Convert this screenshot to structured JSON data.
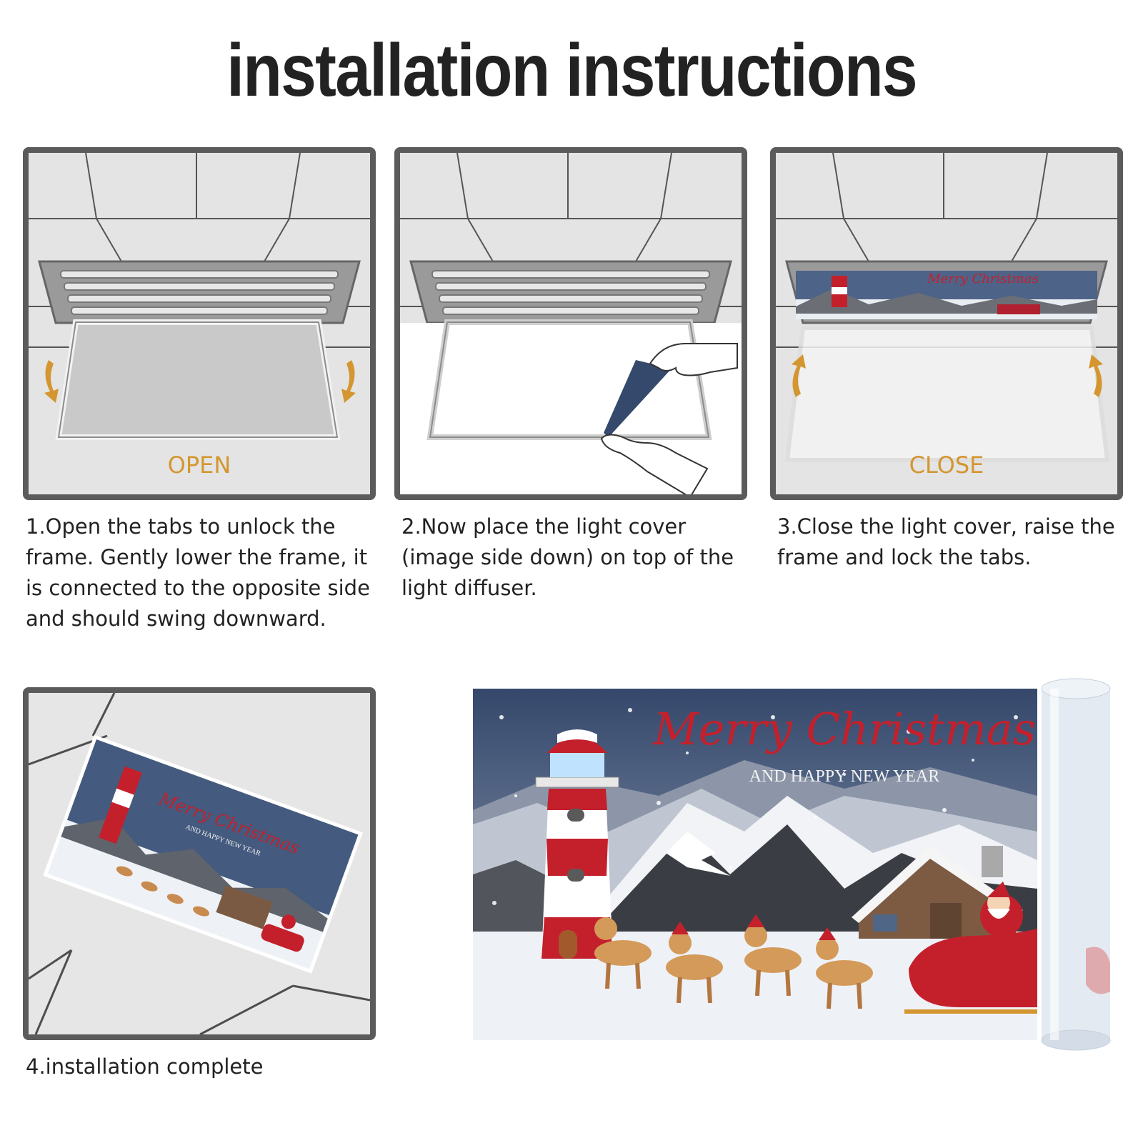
{
  "title": "installation instructions",
  "steps": [
    {
      "panel_label": "OPEN",
      "text": "1.Open the tabs to unlock the frame. Gently lower the frame, it is connected to the opposite side and should swing downward."
    },
    {
      "panel_label": "",
      "text": "2.Now place the light cover (image side down) on top of the light diffuser."
    },
    {
      "panel_label": "CLOSE",
      "text": "3.Close the light cover, raise the frame and lock the tabs."
    },
    {
      "panel_label": "",
      "text": "4.installation complete"
    }
  ],
  "banner": {
    "headline": "Merry Christmas",
    "subline": "AND HAPPY NEW YEAR"
  },
  "colors": {
    "panel_border": "#5b5b5b",
    "label_accent": "#d49630",
    "title_text": "#222222",
    "script_red": "#c4202c",
    "sky": "#3f5478",
    "snow": "#f3f5f8"
  },
  "icons": [
    "rotate-arrow-icon",
    "hand-icon",
    "lighthouse-icon",
    "reindeer-icon",
    "santa-sleigh-icon",
    "cabin-icon"
  ]
}
